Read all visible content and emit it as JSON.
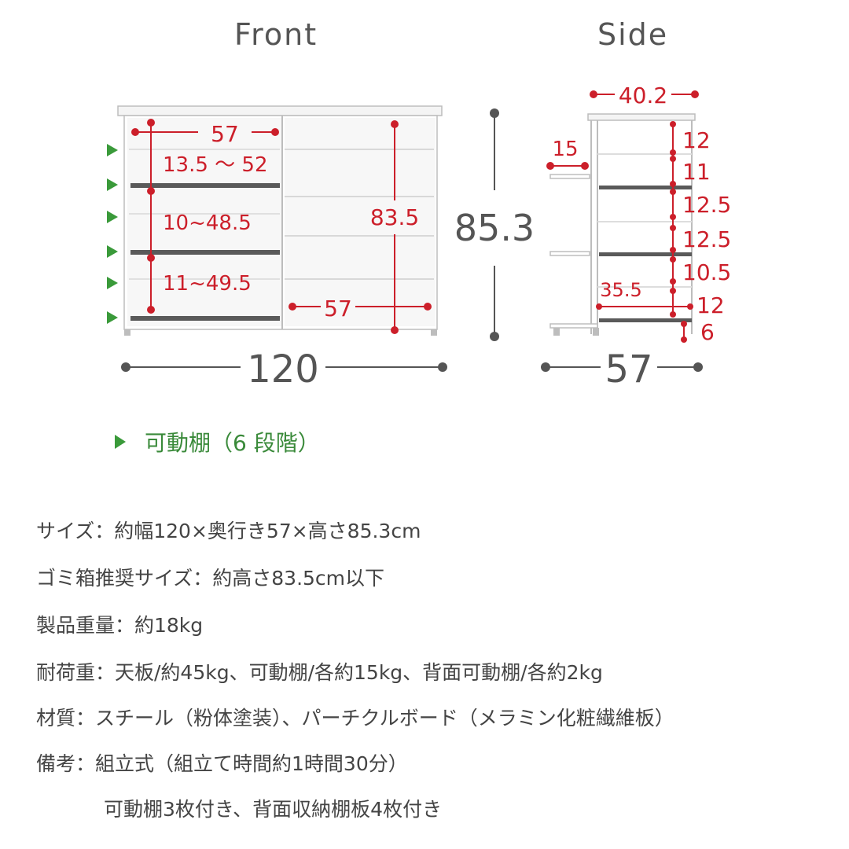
{
  "views": {
    "front": "Front",
    "side": "Side"
  },
  "front_dims": {
    "width": "120",
    "height": "85.3",
    "shelf_width": "57",
    "inner_height": "83.5",
    "inner_width": "57",
    "range_1": "13.5 ～ 52",
    "range_2": "10~48.5",
    "range_3": "11~49.5"
  },
  "side_dims": {
    "top_depth": "40.2",
    "depth": "57",
    "back_shelf": "15",
    "shelf_depth": "35.5",
    "spacings": [
      "12",
      "11",
      "12.5",
      "12.5",
      "10.5",
      "12",
      "6"
    ]
  },
  "legend": {
    "label": "可動棚（6 段階）"
  },
  "specs": {
    "size": "サイズ：約幅120×奥行き57×高さ85.3cm",
    "trash_size": "ゴミ箱推奨サイズ：約高さ83.5cm以下",
    "weight": "製品重量：約18kg",
    "load": "耐荷重：天板/約45kg、可動棚/各約15kg、背面可動棚/各約2kg",
    "material": "材質：スチール（粉体塗装）、パーチクルボード（メラミン化粧繊維板）",
    "notes": "備考：組立式（組立て時間約1時間30分）",
    "notes_2": "可動棚3枚付き、背面収納棚板4枚付き"
  },
  "colors": {
    "dimension_red": "#cc1f2a",
    "frame_gray": "#bdbdbd",
    "shelf_dark": "#5a5a5a",
    "arrow_green": "#3a9a3a"
  }
}
